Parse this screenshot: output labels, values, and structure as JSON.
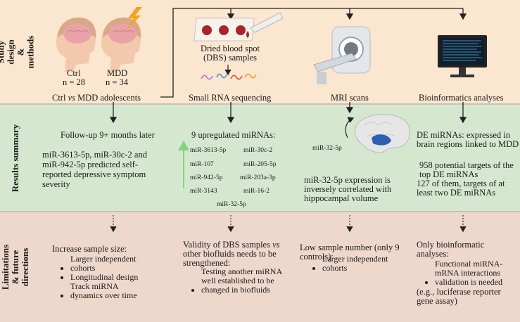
{
  "bands": {
    "design_label": "Study design & methods",
    "results_label": "Results summary",
    "limits_label": "Limitations & future directions"
  },
  "design": {
    "ctrl_label": "Ctrl",
    "ctrl_n": "n = 28",
    "mdd_label": "MDD",
    "mdd_n": "n = 34",
    "groups_caption_a": "Ctrl ",
    "groups_caption_vs": "vs",
    "groups_caption_b": " MDD adolescents",
    "dbs_line1": "Dried blood spot",
    "dbs_line2": "(DBS) samples",
    "seq_label": "Small RNA sequencing",
    "mri_label": "MRI scans",
    "bio_label": "Bioinformatics analyses"
  },
  "results": {
    "followup_title": "Follow-up 9+ months later",
    "followup_text": [
      "miR-3613-5p, miR-30c-2 and",
      "miR-942-5p predicted self-",
      "reported depressive symptom",
      "severity"
    ],
    "upreg_title": "9 upregulated miRNAs:",
    "mirnas": [
      "miR-3613-5p",
      "miR-30c-2",
      "miR-107",
      "miR-205-5p",
      "miR-942-5p",
      "miR-203a-3p",
      "miR-3143",
      "miR-16-2",
      "miR-32-5p"
    ],
    "brain_mirna": "miR-32-5p",
    "mri_text": [
      "miR-32-5p expression is",
      "inversely correlated with",
      "hippocampal volume"
    ],
    "de_text": [
      "DE miRNAs: expressed in",
      "brain regions linked to MDD"
    ],
    "targets_text": [
      "958 potential targets of the",
      "top DE miRNAs",
      "127 of them, targets of at",
      "least two DE miRNAs"
    ]
  },
  "limits": {
    "col1_title": "Increase sample size:",
    "col1_bullets": [
      "Larger independent cohorts",
      "Longitudinal design",
      "Track miRNA dynamics over time"
    ],
    "col2_line1": "Validity of DBS samples ",
    "col2_vs": "vs",
    "col2_line2": "other biofluids needs to be",
    "col2_line3": "strengthened:",
    "col2_bullets": [
      "Testing another miRNA well established to be changed in biofluids"
    ],
    "col3_title": "Low sample number (only 9 controls):",
    "col3_bullets": [
      "Larger independent cohorts"
    ],
    "col4_title": "Only bioinformatic analyses:",
    "col4_bullets": [
      "Functional miRNA-mRNA interactions validation is needed"
    ],
    "col4_tail": "(e.g., luciferase reporter gene assay)"
  },
  "colors": {
    "design_bg": "#fbe6cf",
    "results_bg": "#d5e8cf",
    "limits_bg": "#eed7cb",
    "blood": "#a8232a",
    "up_arrow": "#7fd37f"
  },
  "icons": [
    "head-ctrl-icon",
    "head-mdd-icon",
    "lightning-icon",
    "dbs-card-icon",
    "pipette-icon",
    "rna-strands-icon",
    "mri-scanner-icon",
    "computer-monitor-icon",
    "brain-icon",
    "up-arrow-icon"
  ]
}
